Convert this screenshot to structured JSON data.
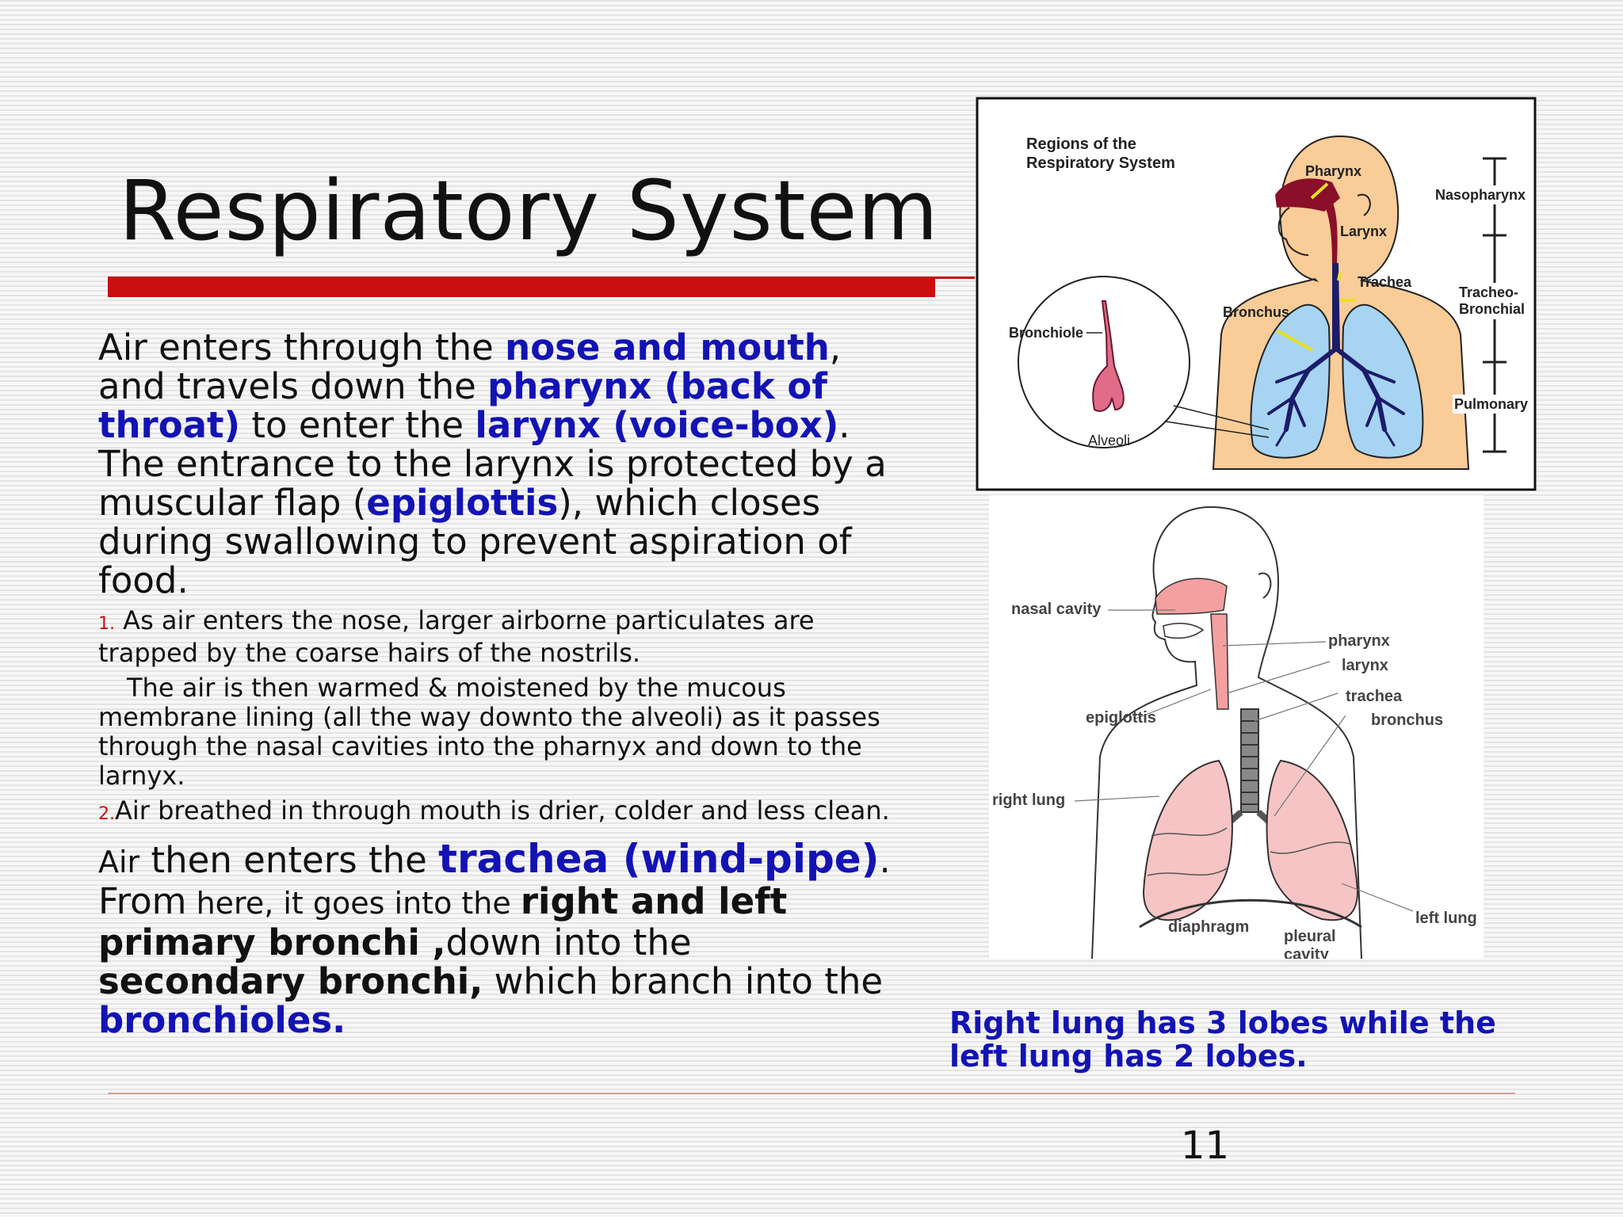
{
  "slide": {
    "title": "Respiratory System",
    "page_number": "11"
  },
  "para1": {
    "t1": "Air enters through the ",
    "h1": "nose and mouth",
    "t2": ", and travels down the ",
    "h2": "pharynx (back of throat)",
    "t3": " to enter the ",
    "h3": "larynx (voice-box)",
    "t4": ". The entrance to the larynx is protected by a muscular flap (",
    "h4": "epiglottis",
    "t5": "), which closes during swallowing to prevent aspiration of food."
  },
  "para2": {
    "num": "1.",
    "text": " As air enters the nose, larger airborne particulates are trapped by the coarse hairs of the nostrils."
  },
  "para3": {
    "text": "The air is then warmed & moistened by the mucous membrane lining (all the way downto the alveoli) as it passes through the nasal cavities into the pharnyx and down to the larnyx."
  },
  "para4": {
    "num": "2.",
    "text": "Air breathed in through mouth is drier, colder and less clean."
  },
  "para5": {
    "t1a": "Air",
    "t1b": " then enters the ",
    "h1": "trachea (wind-pipe)",
    "t2a": ". From",
    "t2b": " here, it goes into the ",
    "b1": "right and left primary bronchi ,",
    "t3": "down into the ",
    "b2": "secondary bronchi,",
    "t4": " which branch into the ",
    "h2": "bronchioles."
  },
  "caption": "Right lung has 3 lobes while the left lung has 2 lobes.",
  "figure1": {
    "heading_line1": "Regions of the",
    "heading_line2": "Respiratory System",
    "labels": {
      "pharynx": "Pharynx",
      "larynx": "Larynx",
      "trachea": "Trachea",
      "bronchus": "Bronchus",
      "bronchiole": "Bronchiole",
      "alveoli": "Alveoli",
      "nasopharynx": "Nasopharynx",
      "tracheo_line1": "Tracheo-",
      "tracheo_line2": "Bronchial",
      "pulmonary": "Pulmonary"
    }
  },
  "figure2": {
    "labels": {
      "nasal_cavity": "nasal cavity",
      "pharynx": "pharynx",
      "larynx": "larynx",
      "trachea": "trachea",
      "bronchus": "bronchus",
      "epiglottis": "epiglottis",
      "right_lung": "right lung",
      "left_lung": "left lung",
      "diaphragm": "diaphragm",
      "pleural_line1": "pleural",
      "pleural_line2": "cavity"
    }
  },
  "colors": {
    "accent_blue": "#1313b5",
    "accent_red": "#c90f0f",
    "skin": "#f9cc98",
    "lung_blue": "#a6d4f2",
    "airway_navy": "#1c1c6a",
    "lung_pink": "#f6c4c4"
  }
}
